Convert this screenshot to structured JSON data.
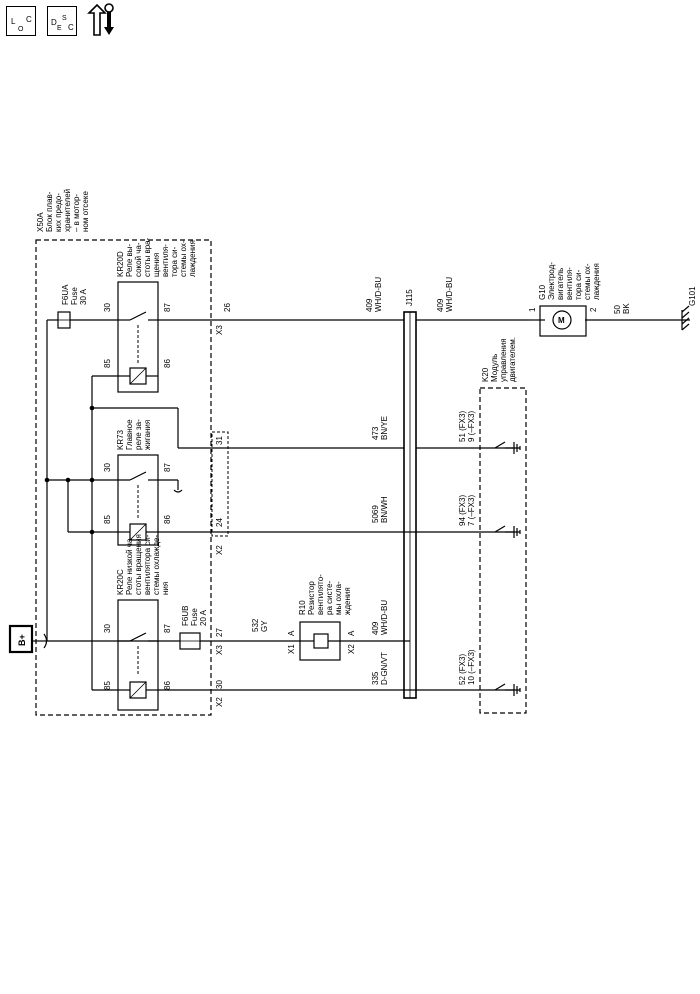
{
  "toolbar": {
    "loc": {
      "big": "L",
      "small": "O",
      "sub": "C"
    },
    "desc": {
      "big": "D",
      "small": "E",
      "sub": "S",
      "end": "C"
    },
    "tools_icon": "up-down-arrow-wrench-icon"
  },
  "battery": "B+",
  "box_x50a": {
    "code": "X50A",
    "name_lines": [
      "Блок плав-",
      "ких предо-",
      "хранителей",
      "– в мотор-",
      "ном отсеке"
    ]
  },
  "fuses": {
    "f6ua": {
      "lines": [
        "F6UA",
        "Fuse",
        "30 A"
      ]
    },
    "f6ub": {
      "lines": [
        "F6UB",
        "Fuse",
        "20 A"
      ]
    }
  },
  "relays": {
    "kr20d": {
      "lines": [
        "KR20D",
        "Реле вы-",
        "сокой ча-",
        "стоты вра-",
        "щения",
        "вентиля-",
        "тора си-",
        "стемы ох-",
        "лаждения"
      ],
      "pins": [
        "30",
        "87",
        "85",
        "86"
      ]
    },
    "kr73": {
      "lines": [
        "KR73",
        "Главное",
        "реле за-",
        "жигания"
      ],
      "pins": [
        "30",
        "87",
        "85",
        "86"
      ]
    },
    "kr20c": {
      "lines": [
        "KR20C",
        "Реле низкой ча-",
        "стоты вращения",
        "вентилятора си-",
        "стемы охлажде-",
        "ния"
      ],
      "pins": [
        "30",
        "87",
        "85",
        "86"
      ]
    }
  },
  "connectors": {
    "x3_26": {
      "name": "X3",
      "pin": "26"
    },
    "x2_31": {
      "pin": "31"
    },
    "x2_24": {
      "name": "X2",
      "pin": "24"
    },
    "x3_27": {
      "name": "X3",
      "pin": "27"
    },
    "x2_30": {
      "name": "X2",
      "pin": "30"
    }
  },
  "wires": {
    "w409_top": {
      "num": "409",
      "color": "WH/D-BU"
    },
    "w409_right": {
      "num": "409",
      "color": "WH/D-BU"
    },
    "w473": {
      "num": "473",
      "color": "BN/YE"
    },
    "w5069": {
      "num": "5069",
      "color": "BN/WH"
    },
    "w532": {
      "num": "532",
      "color": "GY"
    },
    "w409_r10": {
      "num": "409",
      "color": "WH/D-BU"
    },
    "w335": {
      "num": "335",
      "color": "D-GN/VT"
    },
    "w50": {
      "num": "50",
      "color": "BK"
    }
  },
  "splice": {
    "name": "J115"
  },
  "resistor": {
    "lines": [
      "R10",
      "Резистор",
      "вентилято-",
      "ра систе-",
      "мы охла-",
      "ждения"
    ],
    "x1": "X1",
    "a1": "A",
    "x2": "X2",
    "a2": "A"
  },
  "ecm": {
    "lines": [
      "K20",
      "Модуль",
      "управления",
      "двигателем."
    ],
    "pins": [
      {
        "a": "51 (FX3)",
        "b": "9 (–FX3)"
      },
      {
        "a": "94 (FX3)",
        "b": "7 (–FX3)"
      },
      {
        "a": "52 (FX3)",
        "b": "10 (–FX3)"
      }
    ]
  },
  "motor": {
    "lines": [
      "G10",
      "Электрод-",
      "вигатель",
      "вентиля-",
      "тора си-",
      "стемы ох-",
      "лаждения"
    ],
    "symbol": "M",
    "pin1": "1",
    "pin2": "2"
  },
  "ground": {
    "name": "G101"
  }
}
